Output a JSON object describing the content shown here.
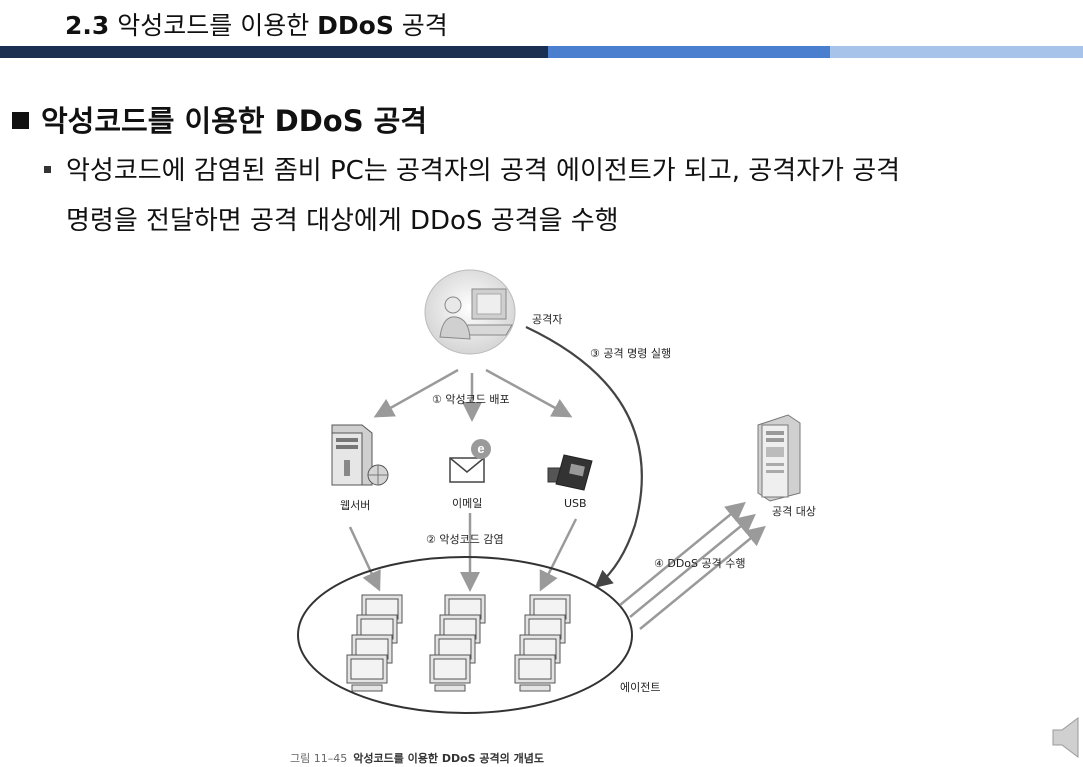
{
  "header": {
    "number": "2.3",
    "title_prefix": "악성코드를 이용한",
    "title_bold": "DDoS",
    "title_suffix": "공격"
  },
  "section": {
    "heading": "악성코드를 이용한 DDoS 공격",
    "bullet_line1": "악성코드에 감염된 좀비 PC는 공격자의 공격 에이전트가 되고, 공격자가 공격",
    "bullet_line2": "명령을 전달하면 공격 대상에게 DDoS 공격을 수행"
  },
  "diagram": {
    "attacker": "공격자",
    "step1": "① 악성코드 배포",
    "step2": "② 악성코드 감염",
    "step3": "③ 공격 명령 실행",
    "step4": "④ DDoS 공격 수행",
    "web_server": "웹서버",
    "email": "이메일",
    "usb": "USB",
    "target": "공격 대상",
    "agents": "에이전트"
  },
  "caption": {
    "figure": "그림 11–45",
    "text": "악성코드를 이용한 DDoS 공격의 개념도"
  },
  "colors": {
    "header_dark": "#1b2f53",
    "header_mid": "#4a7fd0",
    "header_light": "#a7c3ea"
  }
}
